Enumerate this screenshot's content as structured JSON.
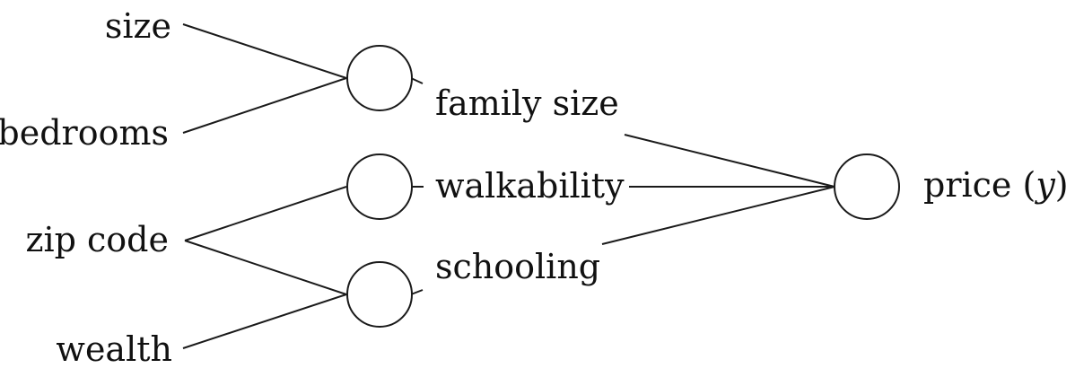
{
  "diagram": {
    "inputs": {
      "size": "size",
      "bedrooms": "bedrooms",
      "zip_code": "zip code",
      "wealth": "wealth"
    },
    "hidden": {
      "family_size": "family size",
      "walkability": "walkability",
      "schooling": "schooling"
    },
    "output": {
      "prefix": "price (",
      "variable": "y",
      "suffix": ")"
    },
    "colors": {
      "stroke": "#1a1a1a",
      "text": "#111111",
      "background": "#ffffff"
    }
  }
}
